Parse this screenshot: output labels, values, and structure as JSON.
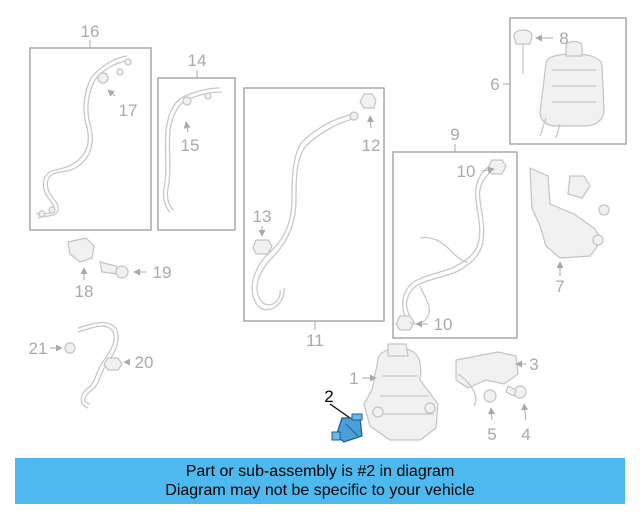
{
  "callouts": {
    "c1": "1",
    "c2": "2",
    "c3": "3",
    "c4": "4",
    "c5": "5",
    "c6": "6",
    "c7": "7",
    "c8": "8",
    "c9": "9",
    "c10a": "10",
    "c10b": "10",
    "c11": "11",
    "c12": "12",
    "c13": "13",
    "c14": "14",
    "c15": "15",
    "c16": "16",
    "c17": "17",
    "c18": "18",
    "c19": "19",
    "c20": "20",
    "c21": "21"
  },
  "highlighted_part": "2",
  "colors": {
    "highlight": "#4a9fd8",
    "banner": "#4db9ee",
    "callout": "#a9a9a9",
    "outline": "#c8c8c8"
  },
  "banner": {
    "line1": "Part or sub-assembly is #2 in diagram",
    "line2": "Diagram may not be specific to your vehicle"
  }
}
